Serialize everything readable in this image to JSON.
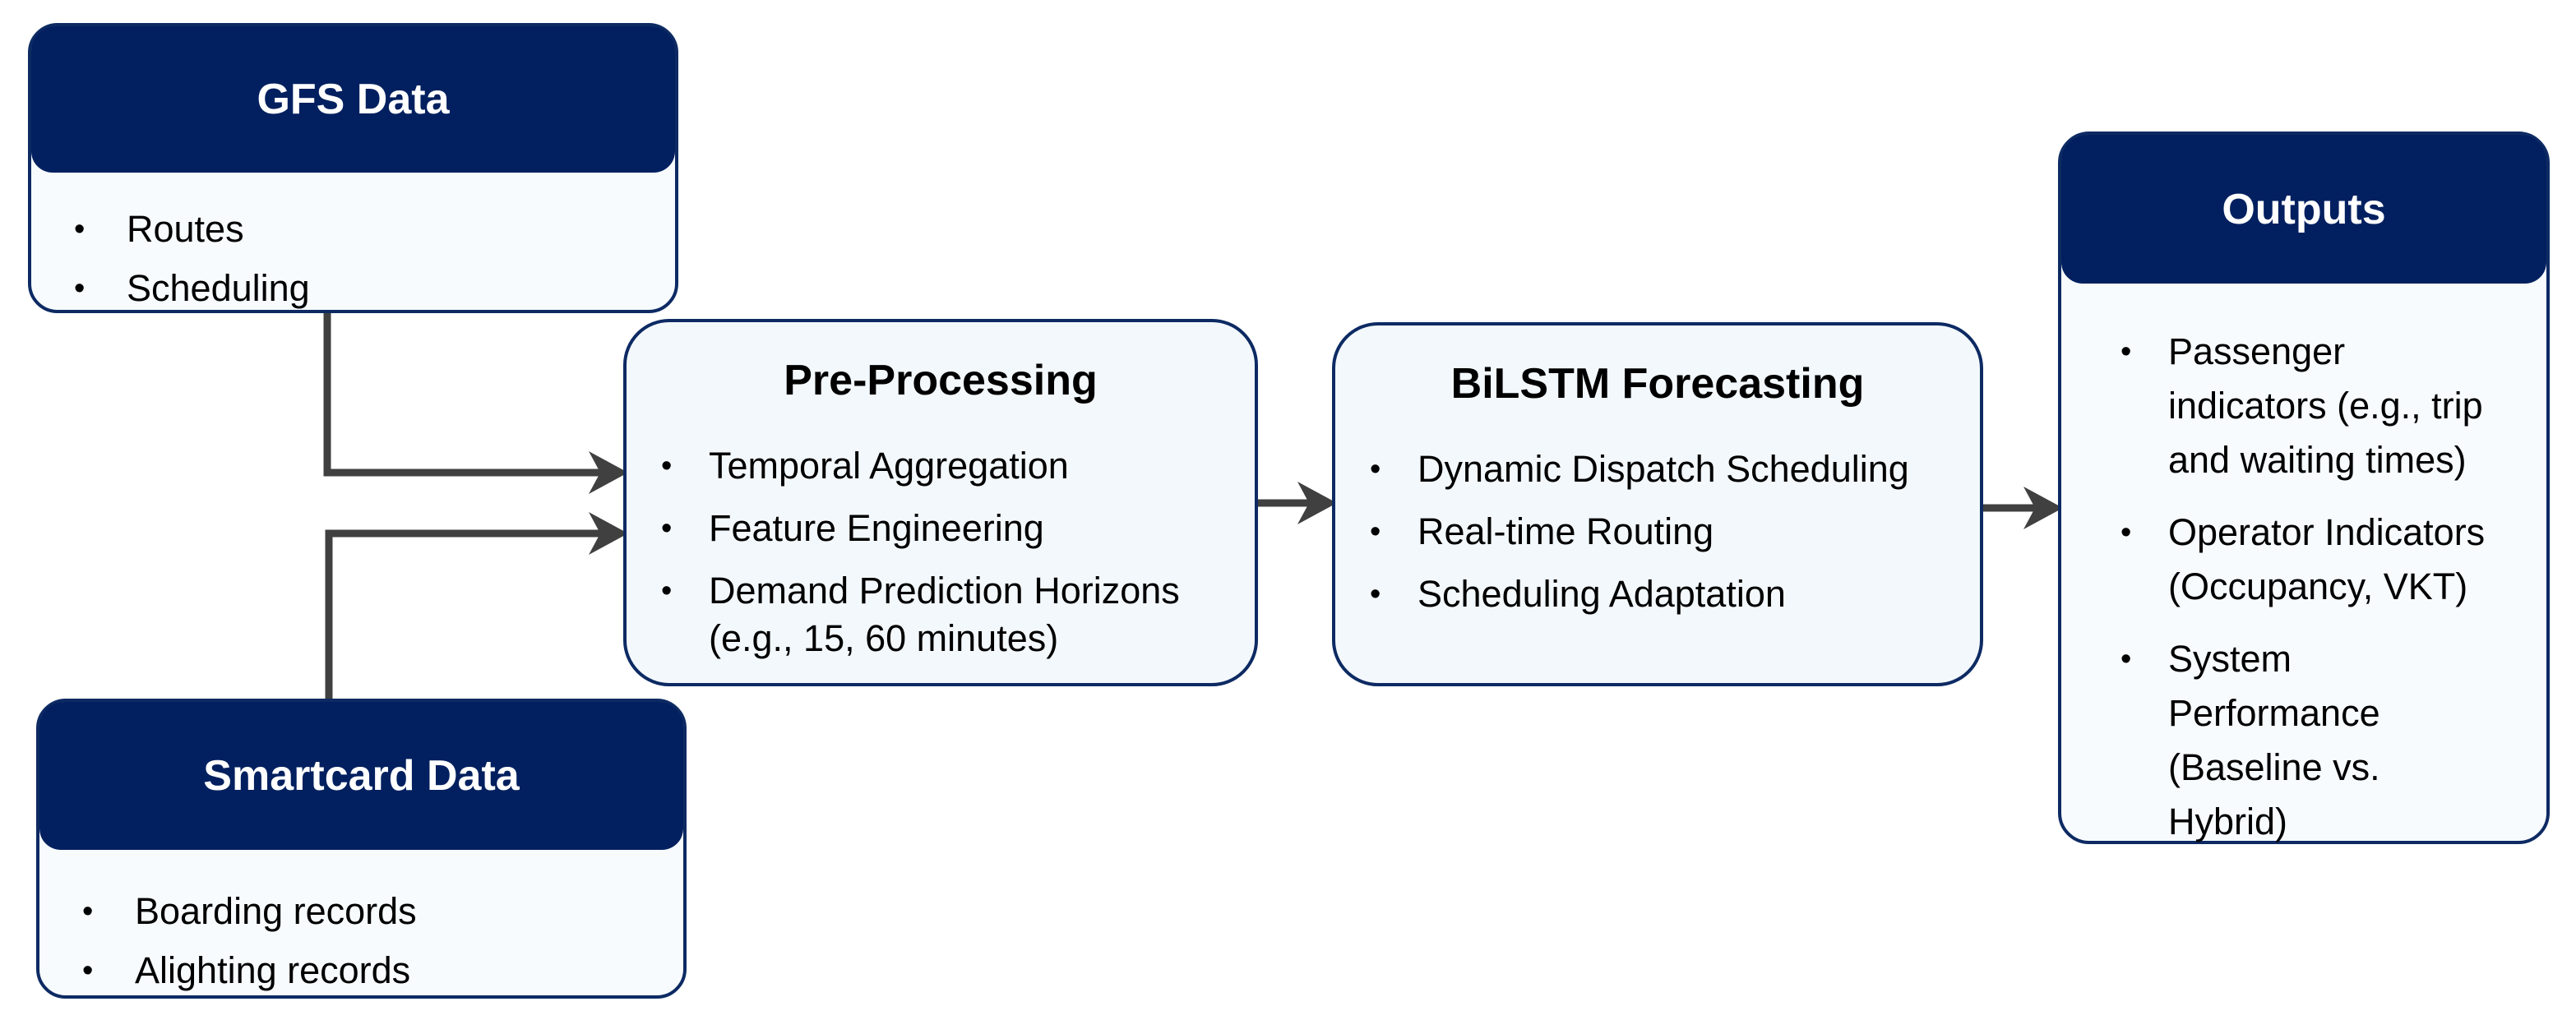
{
  "diagram": {
    "boxes": [
      {
        "id": "gfs",
        "title": "GFS Data",
        "bullets": [
          "Routes",
          "Scheduling"
        ]
      },
      {
        "id": "smartcard",
        "title": "Smartcard Data",
        "bullets": [
          "Boarding records",
          "Alighting records"
        ]
      },
      {
        "id": "preprocessing",
        "title": "Pre-Processing",
        "bullets": [
          "Temporal Aggregation",
          "Feature Engineering",
          "Demand Prediction Horizons (e.g., 15, 60 minutes)"
        ]
      },
      {
        "id": "bilstm",
        "title": "BiLSTM Forecasting",
        "bullets": [
          "Dynamic Dispatch Scheduling",
          "Real-time Routing",
          "Scheduling Adaptation"
        ]
      },
      {
        "id": "outputs",
        "title": "Outputs",
        "bullets": [
          "Passenger indicators (e.g., trip and waiting times)",
          "Operator Indicators (Occupancy, VKT)",
          "System Performance (Baseline vs. Hybrid)"
        ]
      }
    ],
    "connectors": [
      {
        "from": "GFS Data",
        "to": "Pre-Processing"
      },
      {
        "from": "Smartcard Data",
        "to": "Pre-Processing"
      },
      {
        "from": "Pre-Processing",
        "to": "BiLSTM Forecasting"
      },
      {
        "from": "BiLSTM Forecasting",
        "to": "Outputs"
      }
    ],
    "colors": {
      "header_fill": "#02205F",
      "box_border": "#0D2A63",
      "box_fill_light": "#F7FBFE",
      "box_fill_alt": "#F3F8FC",
      "connector": "#404040",
      "header_text": "#FFFFFF",
      "body_text": "#000000"
    }
  }
}
